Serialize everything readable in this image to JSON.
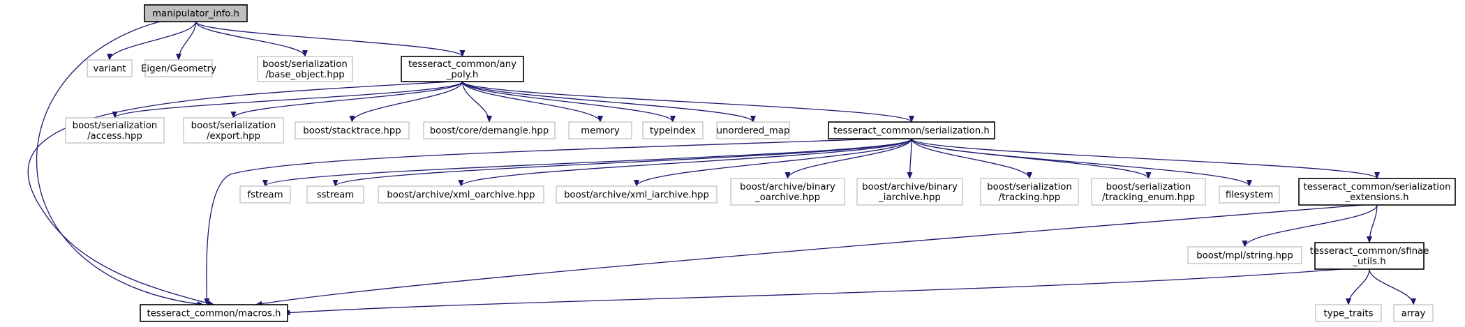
{
  "nodes": {
    "manipulator_info": {
      "lines": [
        "manipulator_info.h"
      ],
      "kind": "root"
    },
    "variant": {
      "lines": [
        "variant"
      ],
      "kind": "sys"
    },
    "eigen_geometry": {
      "lines": [
        "Eigen/Geometry"
      ],
      "kind": "sys"
    },
    "base_object": {
      "lines": [
        "boost/serialization",
        "/base_object.hpp"
      ],
      "kind": "sys"
    },
    "any_poly": {
      "lines": [
        "tesseract_common/any",
        "_poly.h"
      ],
      "kind": "local"
    },
    "access": {
      "lines": [
        "boost/serialization",
        "/access.hpp"
      ],
      "kind": "sys"
    },
    "export": {
      "lines": [
        "boost/serialization",
        "/export.hpp"
      ],
      "kind": "sys"
    },
    "stacktrace": {
      "lines": [
        "boost/stacktrace.hpp"
      ],
      "kind": "sys"
    },
    "demangle": {
      "lines": [
        "boost/core/demangle.hpp"
      ],
      "kind": "sys"
    },
    "memory": {
      "lines": [
        "memory"
      ],
      "kind": "sys"
    },
    "typeindex": {
      "lines": [
        "typeindex"
      ],
      "kind": "sys"
    },
    "unordered_map": {
      "lines": [
        "unordered_map"
      ],
      "kind": "sys"
    },
    "serialization": {
      "lines": [
        "tesseract_common/serialization.h"
      ],
      "kind": "local"
    },
    "fstream": {
      "lines": [
        "fstream"
      ],
      "kind": "sys"
    },
    "sstream": {
      "lines": [
        "sstream"
      ],
      "kind": "sys"
    },
    "xml_oarchive": {
      "lines": [
        "boost/archive/xml_oarchive.hpp"
      ],
      "kind": "sys"
    },
    "xml_iarchive": {
      "lines": [
        "boost/archive/xml_iarchive.hpp"
      ],
      "kind": "sys"
    },
    "binary_oarchive": {
      "lines": [
        "boost/archive/binary",
        "_oarchive.hpp"
      ],
      "kind": "sys"
    },
    "binary_iarchive": {
      "lines": [
        "boost/archive/binary",
        "_iarchive.hpp"
      ],
      "kind": "sys"
    },
    "tracking": {
      "lines": [
        "boost/serialization",
        "/tracking.hpp"
      ],
      "kind": "sys"
    },
    "tracking_enum": {
      "lines": [
        "boost/serialization",
        "/tracking_enum.hpp"
      ],
      "kind": "sys"
    },
    "filesystem": {
      "lines": [
        "filesystem"
      ],
      "kind": "sys"
    },
    "serialization_ext": {
      "lines": [
        "tesseract_common/serialization",
        "_extensions.h"
      ],
      "kind": "local"
    },
    "mpl_string": {
      "lines": [
        "boost/mpl/string.hpp"
      ],
      "kind": "sys"
    },
    "sfinae_utils": {
      "lines": [
        "tesseract_common/sfinae",
        "_utils.h"
      ],
      "kind": "local"
    },
    "macros": {
      "lines": [
        "tesseract_common/macros.h"
      ],
      "kind": "local"
    },
    "type_traits": {
      "lines": [
        "type_traits"
      ],
      "kind": "sys"
    },
    "array": {
      "lines": [
        "array"
      ],
      "kind": "sys"
    }
  },
  "edges": [
    [
      "manipulator_info",
      "variant"
    ],
    [
      "manipulator_info",
      "eigen_geometry"
    ],
    [
      "manipulator_info",
      "base_object"
    ],
    [
      "manipulator_info",
      "any_poly"
    ],
    [
      "manipulator_info",
      "macros"
    ],
    [
      "any_poly",
      "access"
    ],
    [
      "any_poly",
      "export"
    ],
    [
      "any_poly",
      "stacktrace"
    ],
    [
      "any_poly",
      "demangle"
    ],
    [
      "any_poly",
      "memory"
    ],
    [
      "any_poly",
      "typeindex"
    ],
    [
      "any_poly",
      "unordered_map"
    ],
    [
      "any_poly",
      "serialization"
    ],
    [
      "any_poly",
      "macros"
    ],
    [
      "serialization",
      "fstream"
    ],
    [
      "serialization",
      "sstream"
    ],
    [
      "serialization",
      "xml_oarchive"
    ],
    [
      "serialization",
      "xml_iarchive"
    ],
    [
      "serialization",
      "binary_oarchive"
    ],
    [
      "serialization",
      "binary_iarchive"
    ],
    [
      "serialization",
      "tracking"
    ],
    [
      "serialization",
      "tracking_enum"
    ],
    [
      "serialization",
      "filesystem"
    ],
    [
      "serialization",
      "serialization_ext"
    ],
    [
      "serialization",
      "macros"
    ],
    [
      "serialization_ext",
      "mpl_string"
    ],
    [
      "serialization_ext",
      "sfinae_utils"
    ],
    [
      "serialization_ext",
      "macros"
    ],
    [
      "sfinae_utils",
      "type_traits"
    ],
    [
      "sfinae_utils",
      "array"
    ],
    [
      "sfinae_utils",
      "macros"
    ]
  ],
  "colors": {
    "edge": "#191970",
    "root_fill": "#bfbfbf",
    "sys_border": "#bfbfbf",
    "local_border": "#000000"
  }
}
